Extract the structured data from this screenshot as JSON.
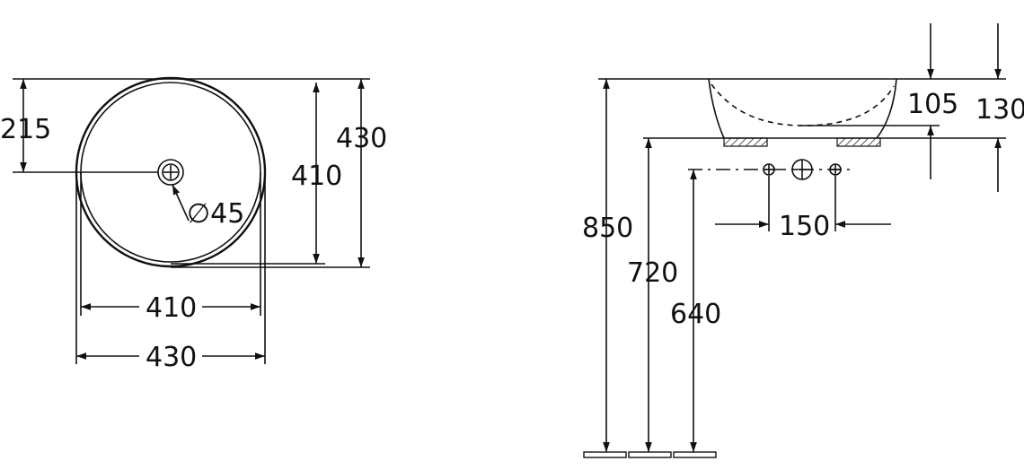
{
  "top_view": {
    "dim_center_height": "215",
    "dim_inner_height": "410",
    "dim_outer_height": "430",
    "dim_drain": "∅45",
    "dim_inner_width": "410",
    "dim_outer_width": "430"
  },
  "side_view": {
    "dim_bowl_depth": "105",
    "dim_total_depth": "130",
    "dim_rim_height": "850",
    "dim_counter_height": "720",
    "dim_outlet_height": "640",
    "dim_tap_spacing": "150"
  },
  "colors": {
    "line": "#111111",
    "background": "#ffffff"
  }
}
